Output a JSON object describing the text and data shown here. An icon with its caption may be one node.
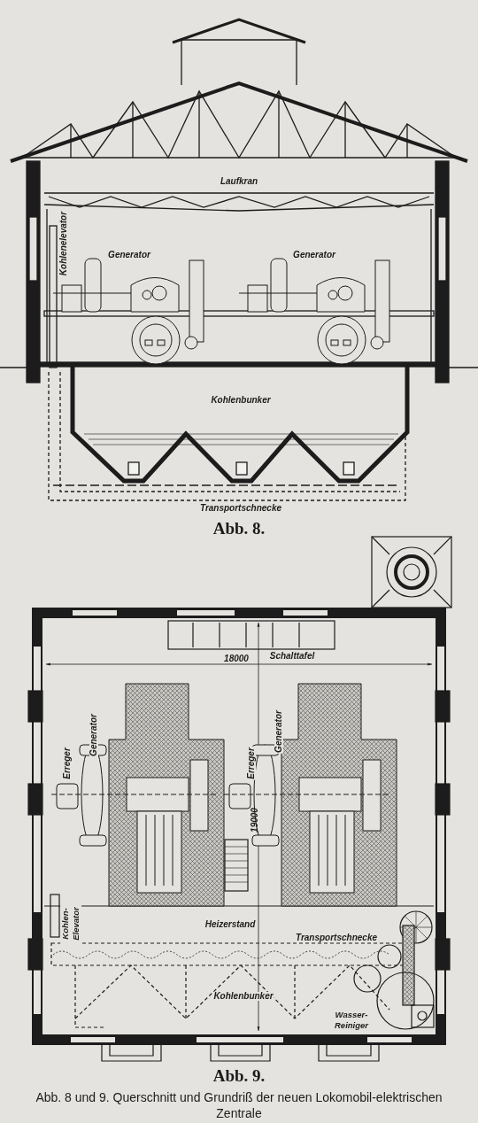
{
  "diagram": {
    "caption": "Abb. 8 und 9. Querschnitt und Grundriß der neuen Lokomobil-elektrischen Zentrale",
    "labels": [
      "Laufkran",
      "Kohlenelevator",
      "Generator",
      "Generator",
      "Kohlenbunker",
      "Transportschnecke",
      "Abb. 8.",
      "18000",
      "Schalttafel",
      "Generator",
      "Erreger",
      "Generator",
      "Erreger",
      "19000",
      "Kohlen-Elevator",
      "Heizerstand",
      "Transportschnecke",
      "Kohlenbunker",
      "Wasser-Reiniger",
      "Abb. 9."
    ]
  }
}
